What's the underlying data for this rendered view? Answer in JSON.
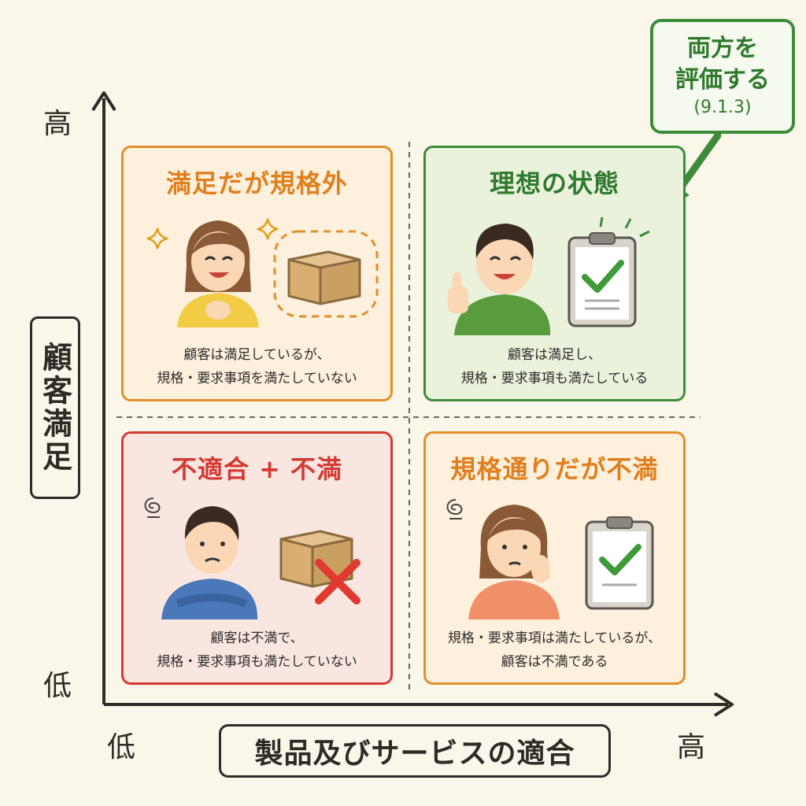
{
  "axes": {
    "y_high": "高",
    "y_low": "低",
    "x_low": "低",
    "x_high": "高",
    "y_title": "顧客満足",
    "x_title": "製品及びサービスの適合"
  },
  "callout": {
    "line1": "両方を",
    "line2": "評価する",
    "line3": "(9.1.3)"
  },
  "quadrants": {
    "top_left": {
      "title": "満足だが規格外",
      "desc_line1": "顧客は満足しているが、",
      "desc_line2": "規格・要求事項を満たしていない"
    },
    "top_right": {
      "title": "理想の状態",
      "desc_line1": "顧客は満足し、",
      "desc_line2": "規格・要求事項も満たしている"
    },
    "bottom_left": {
      "title": "不適合 + 不満",
      "desc_line1": "顧客は不満で、",
      "desc_line2": "規格・要求事項も満たしていない"
    },
    "bottom_right": {
      "title": "規格通りだが不満",
      "desc_line1": "規格・要求事項は満たしているが、",
      "desc_line2": "顧客は不満である"
    }
  },
  "colors": {
    "orange": "#e0902a",
    "green": "#3d8b3a",
    "red": "#d43a34",
    "background": "#fbf6ea"
  }
}
